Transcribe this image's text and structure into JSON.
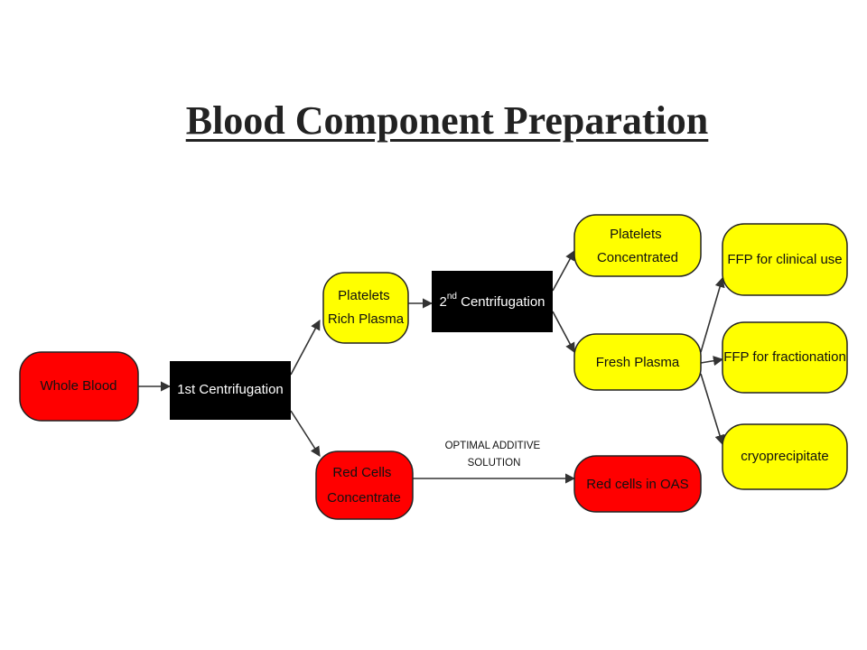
{
  "title": "Blood Component Preparation",
  "colors": {
    "red_node": "#ff0000",
    "yellow_node": "#ffff00",
    "process_box": "#000000",
    "arrow": "#333333"
  },
  "nodes": {
    "whole_blood": "Whole Blood",
    "first_centrifugation": "1st  Centrifugation",
    "platelets_rich_plasma": {
      "line1": "Platelets",
      "line2": "Rich Plasma"
    },
    "second_centrifugation": {
      "number": "2",
      "superscript": "nd",
      "text": " Centrifugation"
    },
    "red_cells_concentrate": {
      "line1": "Red Cells",
      "line2": "Concentrate"
    },
    "platelets_concentrated": {
      "line1": "Platelets",
      "line2": "Concentrated"
    },
    "fresh_plasma": "Fresh Plasma",
    "red_cells_in_oas": "Red cells in OAS",
    "ffp_clinical": "FFP for clinical use",
    "ffp_fractionation": "FFP for fractionation",
    "cryoprecipitate": "cryoprecipitate"
  },
  "edge_labels": {
    "optimal_additive_solution": {
      "line1": "OPTIMAL ADDITIVE",
      "line2": "SOLUTION"
    }
  }
}
